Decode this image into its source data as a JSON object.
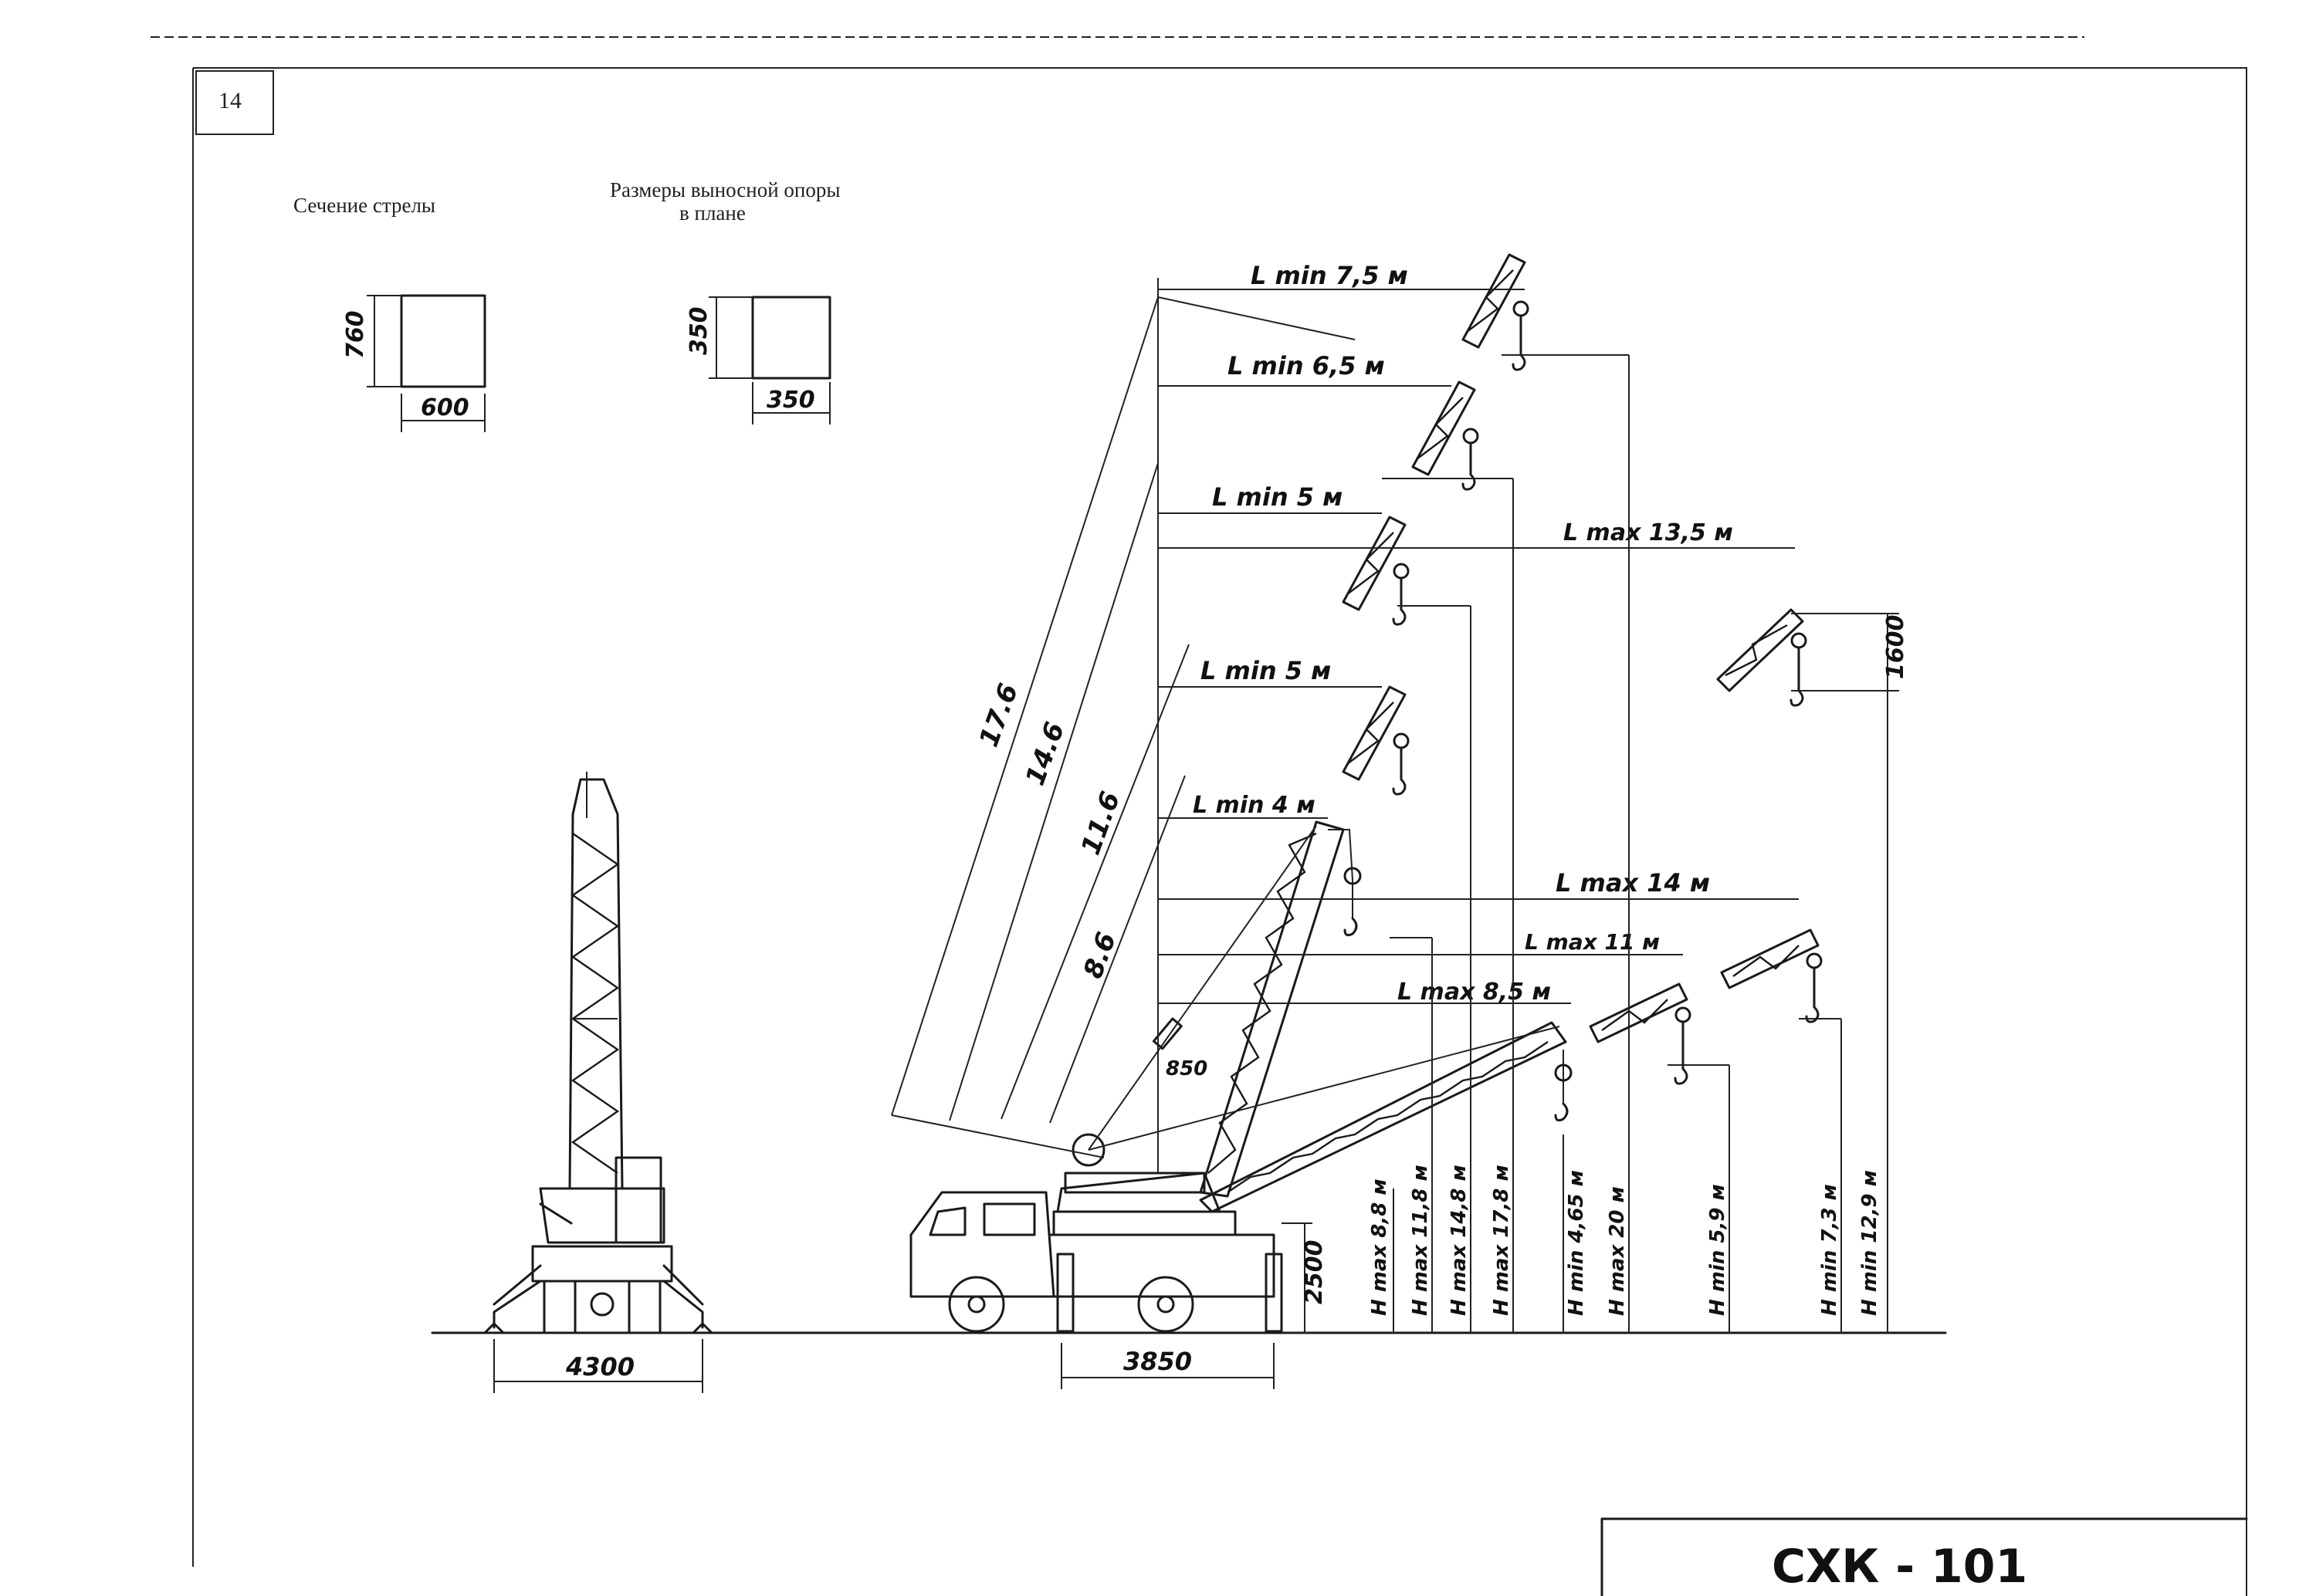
{
  "page_number": "14",
  "labels": {
    "boom_section": "Сечение стрелы",
    "outrigger_line1": "Размеры выносной опоры",
    "outrigger_line2": "в плане"
  },
  "section": {
    "height": "760",
    "width": "600"
  },
  "outrigger": {
    "height": "350",
    "width": "350"
  },
  "base_width": "4300",
  "outrigger_span": "3850",
  "chassis_height": "2500",
  "boom_offset": "850",
  "boom_lengths": [
    "17.6",
    "14.6",
    "11.6",
    "8.6"
  ],
  "radii": {
    "lmin_75": "L min 7,5 м",
    "lmin_65": "L min 6,5 м",
    "lmin_5a": "L min 5 м",
    "lmin_5b": "L min 5 м",
    "lmin_4": "L min 4 м",
    "lmax_135": "L max 13,5 м",
    "lmax_14": "L max 14 м",
    "lmax_11": "L max 11 м",
    "lmax_85": "L max 8,5 м"
  },
  "jib_offset": "1600",
  "heights": {
    "h1": "H max 8,8 м",
    "h2": "H max 11,8 м",
    "h3": "H max 14,8 м",
    "h4": "H max 17,8 м",
    "h5": "H min 4,65 м",
    "h6": "H max 20 м",
    "h7": "H min 5,9 м",
    "h8": "H min 7,3 м",
    "h9": "H min 12,9 м"
  },
  "title_block": "СХК - 101"
}
